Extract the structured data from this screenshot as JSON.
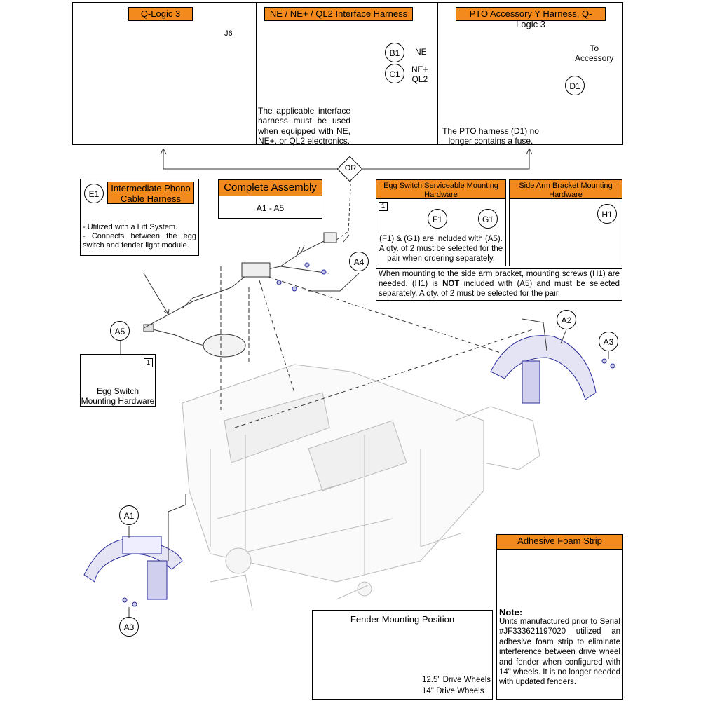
{
  "panels": {
    "qlogic3": {
      "title": "Q-Logic 3",
      "connector_label": "J6"
    },
    "ne_harness": {
      "title": "NE / NE+ / QL2 Interface Harness",
      "b1": "B1",
      "b1_text": "NE",
      "c1": "C1",
      "c1_text": "NE+\nQL2",
      "note": "The applicable interface harness must be used when equipped with NE, NE+, or QL2 electronics."
    },
    "pto": {
      "title": "PTO Accessory Y Harness, Q-Logic 3",
      "to_accessory": "To\nAccessory",
      "d1": "D1",
      "note": "The PTO harness (D1) no longer contains a fuse."
    }
  },
  "or_label": "OR",
  "phono": {
    "callout": "E1",
    "title": "Intermediate Phono Cable Harness",
    "bullets": [
      "- Utilized with a Lift System.",
      "- Connects between the egg switch and fender light module."
    ]
  },
  "complete_assembly": {
    "title": "Complete Assembly",
    "range": "A1 - A5"
  },
  "egg_hardware": {
    "title": "Egg Switch Serviceable Mounting Hardware",
    "qty_box": "1",
    "f1": "F1",
    "g1": "G1",
    "note": "(F1) & (G1) are included with (A5). A qty. of 2 must be selected for the pair when ordering separately."
  },
  "side_arm": {
    "title": "Side Arm Bracket Mounting Hardware",
    "h1": "H1",
    "note_pre": "When mounting to the side arm bracket, mounting screws (H1) are needed. (H1) is ",
    "note_bold": "NOT",
    "note_post": " included with (A5) and must be selected separately. A qty. of 2 must be selected for the pair."
  },
  "callouts": {
    "a1": "A1",
    "a2": "A2",
    "a3_top": "A3",
    "a3_bottom": "A3",
    "a4": "A4",
    "a5": "A5"
  },
  "egg_switch_box": {
    "qty_box": "1",
    "label": "Egg Switch\nMounting Hardware"
  },
  "foam_strip": {
    "title": "Adhesive Foam Strip",
    "note_heading": "Note:",
    "note": "Units manufactured prior to Serial #JF333621197020 utilized an adhesive foam strip to eliminate interference between drive wheel and fender when configured with 14\" wheels. It is no longer needed with updated fenders."
  },
  "fender_position": {
    "title": "Fender Mounting Position",
    "label_125": "12.5\" Drive Wheels",
    "label_14": "14\" Drive Wheels"
  },
  "colors": {
    "accent_orange": "#f28a1e",
    "part_blue": "#2a2a9a",
    "harness_green": "#1a9a3a"
  }
}
